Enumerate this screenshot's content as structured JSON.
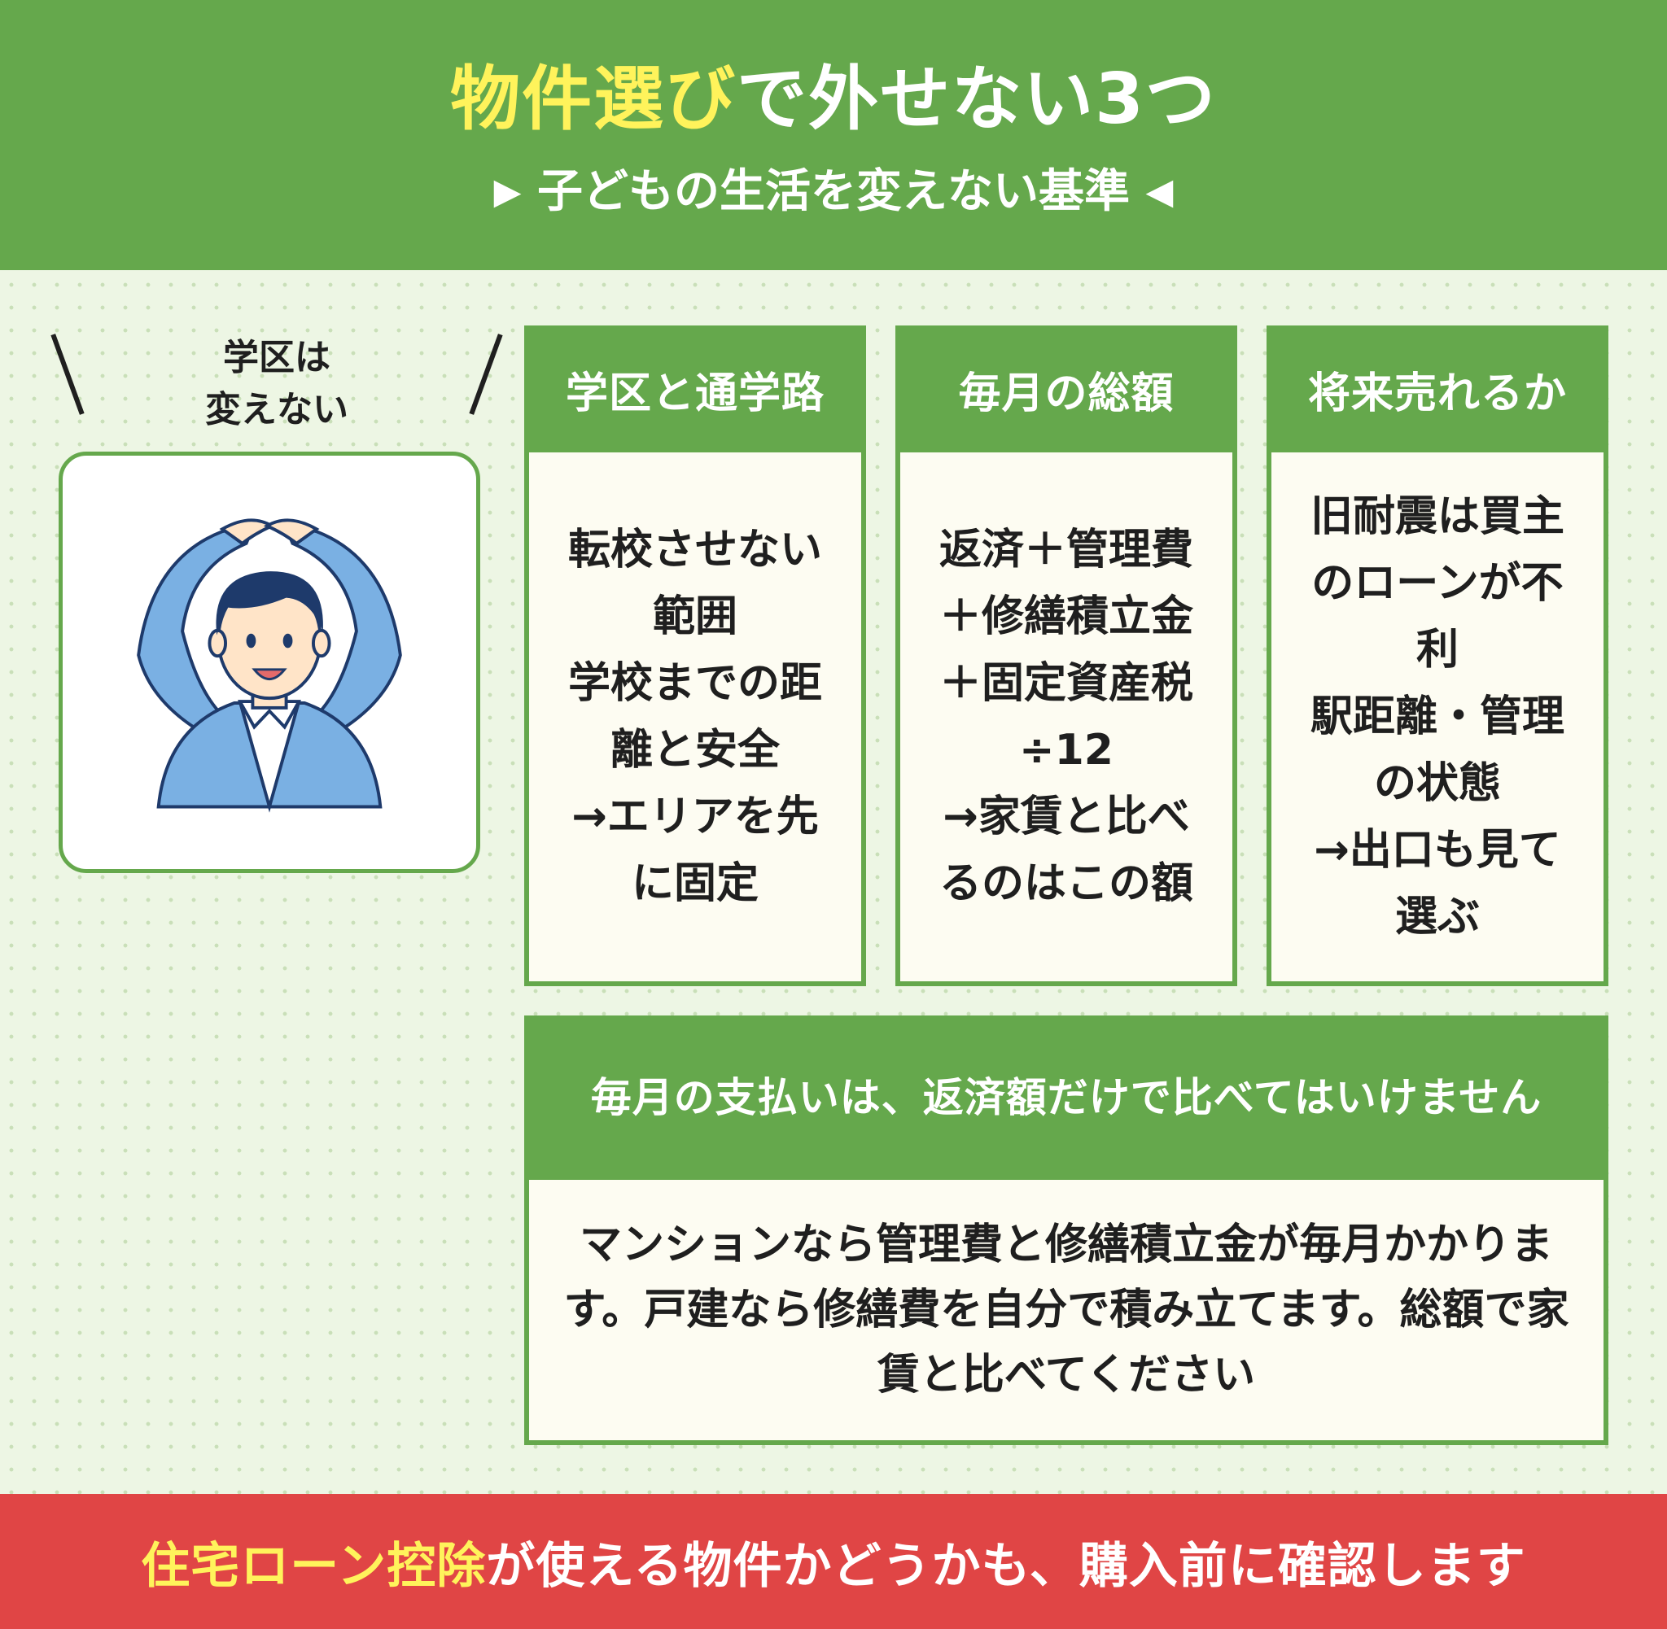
{
  "header": {
    "title_highlight": "物件選び",
    "title_rest": "で外せない3つ",
    "subtitle_left": "▶",
    "subtitle": "子どもの生活を変えない基準",
    "subtitle_right": "◀"
  },
  "bubble": {
    "text": "学区は\n変えない"
  },
  "cards": [
    {
      "title": "学区と通学路",
      "body": "転校させない\n範囲\n学校までの距\n離と安全\n→エリアを先\nに固定"
    },
    {
      "title": "毎月の総額",
      "body": "返済＋管理費\n＋修繕積立金\n＋固定資産税\n÷12\n→家賃と比べ\nるのはこの額"
    },
    {
      "title": "将来売れるか",
      "body": "旧耐震は買主\nのローンが不\n利\n駅距離・管理\nの状態\n→出口も見て\n選ぶ"
    }
  ],
  "payment": {
    "title": "毎月の支払いは、返済額だけで比べてはいけません",
    "body": "マンションなら管理費と修繕積立金が毎月かかります。戸建なら修繕費を自分で積み立てます。総額で家賃と比べてください"
  },
  "footer": {
    "highlight": "住宅ローン控除",
    "rest": "が使える物件かどうかも、購入前に確認します"
  },
  "colors": {
    "green": "#65a84c",
    "background": "#edf6e4",
    "card_body": "#fdfcf2",
    "highlight_yellow": "#fff35b",
    "footer_red": "#e04545"
  }
}
